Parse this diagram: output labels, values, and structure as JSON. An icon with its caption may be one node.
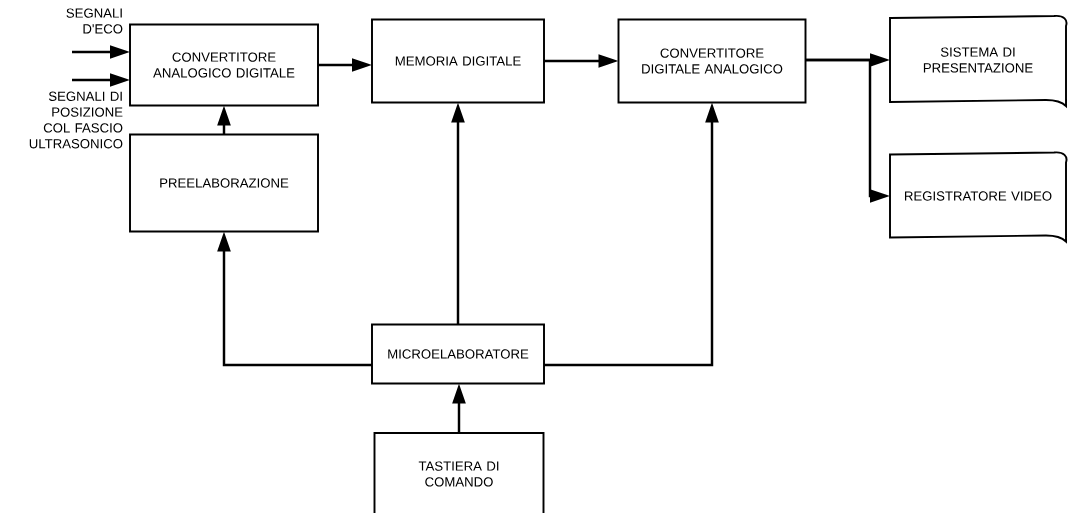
{
  "diagram": {
    "nodes": [
      {
        "text": [
          "CONVERTITORE ANALOGICO DIGITALE"
        ]
      },
      {
        "text": [
          "MEMORIA DIGITALE"
        ]
      },
      {
        "text": [
          "CONVERTITORE DIGITALE ANALOGICO"
        ]
      },
      {
        "text": [
          "SISTEMA DI PRESENTAZIONE"
        ]
      },
      {
        "text": [
          "REGISTRATORE VIDEO"
        ]
      },
      {
        "text": [
          "PREELABORAZIONE"
        ]
      },
      {
        "text": [
          "MICROELABORATORE"
        ]
      },
      {
        "text": [
          "TASTIERA DI COMANDO"
        ]
      },
      {
        "text": [
          "SEGNALI D'ECO"
        ]
      },
      {
        "text": [
          "SEGNALI DI POSIZIONE COL FASCIO ULTRASONICO"
        ]
      }
    ],
    "edges": [
      {
        "from": 8,
        "to": 0,
        "arrow": "to"
      },
      {
        "from": 9,
        "to": 0,
        "arrow": "to"
      },
      {
        "from": 0,
        "to": 1,
        "arrow": "to"
      },
      {
        "from": 1,
        "to": 2,
        "arrow": "to"
      },
      {
        "from": 2,
        "to": 3,
        "arrow": "to"
      },
      {
        "from": 2,
        "to": 4,
        "arrow": "to"
      },
      {
        "from": 5,
        "to": 0,
        "arrow": "to"
      },
      {
        "from": 6,
        "to": 5,
        "arrow": "to"
      },
      {
        "from": 6,
        "to": 1,
        "arrow": "to"
      },
      {
        "from": 6,
        "to": 2,
        "arrow": "to"
      },
      {
        "from": 7,
        "to": 6,
        "arrow": "to"
      }
    ]
  }
}
